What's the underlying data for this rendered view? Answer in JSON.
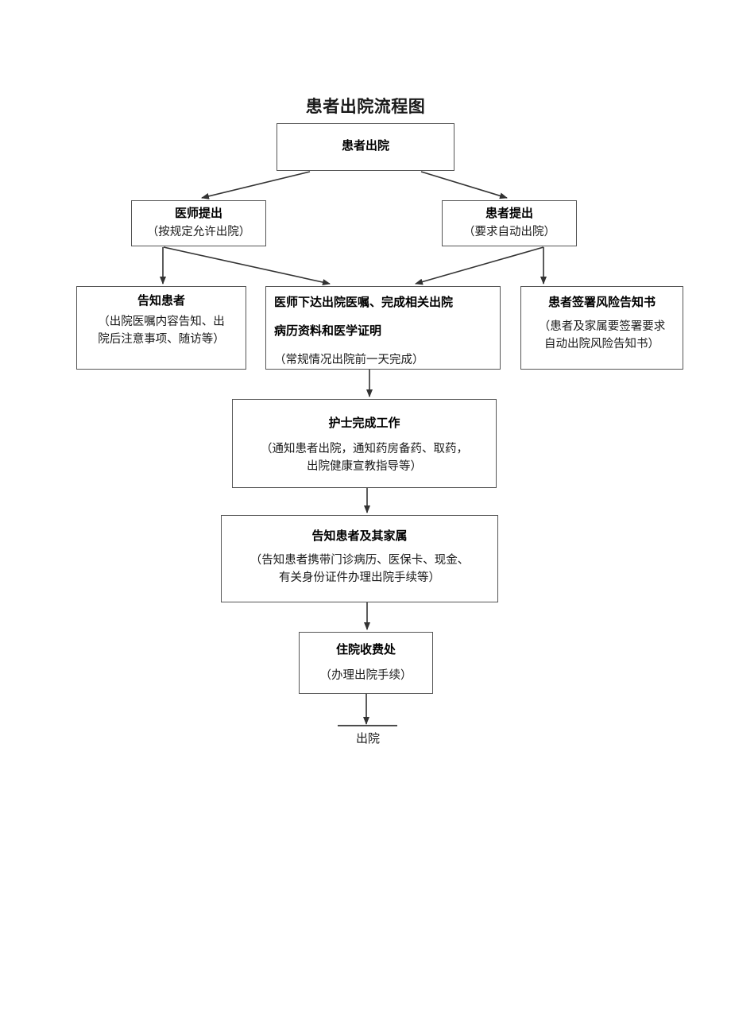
{
  "page": {
    "title": "患者出院流程图",
    "background_color": "#ffffff",
    "box_border_color": "#555555",
    "connector_color": "#333333"
  },
  "flow": {
    "nodes": [
      {
        "id": "start",
        "head": "患者出院",
        "sub": ""
      },
      {
        "id": "doctor_request",
        "head": "医师提出",
        "sub": "（按规定允许出院）"
      },
      {
        "id": "patient_request",
        "head": "患者提出",
        "sub": "（要求自动出院）"
      },
      {
        "id": "inform_patient",
        "head": "告知患者",
        "sub_line1": "（出院医嘱内容告知、出",
        "sub_line2": "院后注意事项、随访等）"
      },
      {
        "id": "doctor_orders",
        "head_line1": "医师下达出院医嘱、完成相关出院",
        "head_line2": "病历资料和医学证明",
        "sub": "（常规情况出院前一天完成）"
      },
      {
        "id": "risk_notice",
        "head": "患者签署风险告知书",
        "sub_line1": "（患者及家属要签署要求",
        "sub_line2": "自动出院风险告知书）"
      },
      {
        "id": "nurse_work",
        "head": "护士完成工作",
        "sub_line1": "（通知患者出院，通知药房备药、取药，",
        "sub_line2": "出院健康宣教指导等）"
      },
      {
        "id": "inform_family",
        "head": "告知患者及其家属",
        "sub_line1": "（告知患者携带门诊病历、医保卡、现金、",
        "sub_line2": "有关身份证件办理出院手续等）"
      },
      {
        "id": "cashier",
        "head": "住院收费处",
        "sub": "（办理出院手续）"
      }
    ],
    "exit_label": "出院"
  }
}
